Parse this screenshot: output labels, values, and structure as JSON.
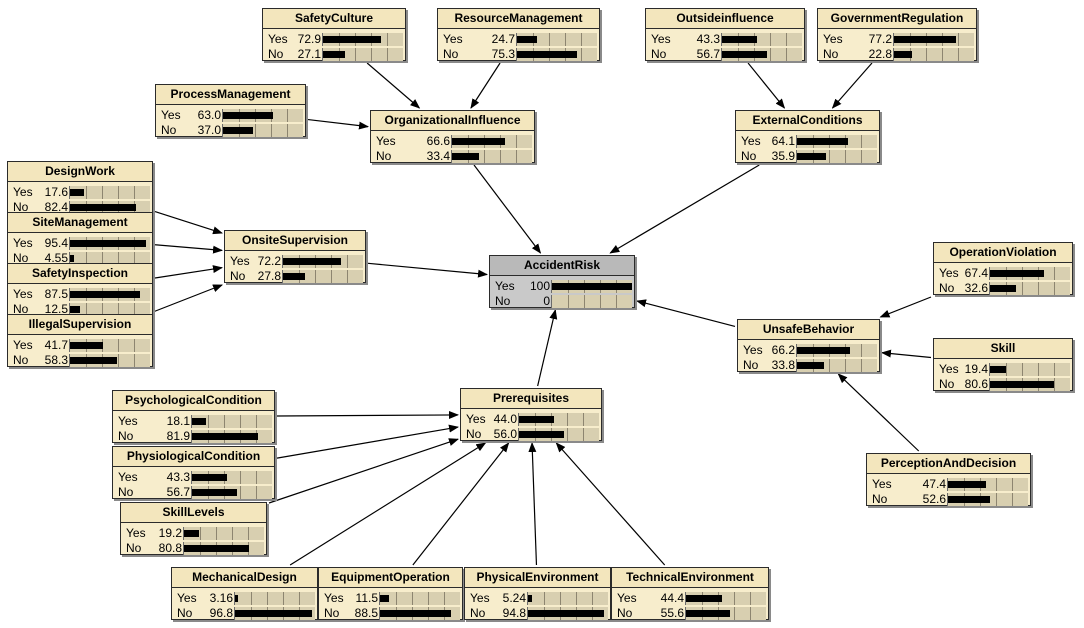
{
  "nodes": [
    {
      "id": "SafetyCulture",
      "title": "SafetyCulture",
      "states": [
        {
          "label": "Yes",
          "value": "72.9",
          "p": 72.9
        },
        {
          "label": "No",
          "value": "27.1",
          "p": 27.1
        }
      ]
    },
    {
      "id": "ResourceManagement",
      "title": "ResourceManagement",
      "states": [
        {
          "label": "Yes",
          "value": "24.7",
          "p": 24.7
        },
        {
          "label": "No",
          "value": "75.3",
          "p": 75.3
        }
      ]
    },
    {
      "id": "OutsideInfluence",
      "title": "Outsideinfluence",
      "states": [
        {
          "label": "Yes",
          "value": "43.3",
          "p": 43.3
        },
        {
          "label": "No",
          "value": "56.7",
          "p": 56.7
        }
      ]
    },
    {
      "id": "GovernmentRegulation",
      "title": "GovernmentRegulation",
      "states": [
        {
          "label": "Yes",
          "value": "77.2",
          "p": 77.2
        },
        {
          "label": "No",
          "value": "22.8",
          "p": 22.8
        }
      ]
    },
    {
      "id": "ProcessManagement",
      "title": "ProcessManagement",
      "states": [
        {
          "label": "Yes",
          "value": "63.0",
          "p": 63.0
        },
        {
          "label": "No",
          "value": "37.0",
          "p": 37.0
        }
      ]
    },
    {
      "id": "OrganizationalInfluence",
      "title": "OrganizationalInfluence",
      "states": [
        {
          "label": "Yes",
          "value": "66.6",
          "p": 66.6
        },
        {
          "label": "No",
          "value": "33.4",
          "p": 33.4
        }
      ]
    },
    {
      "id": "ExternalConditions",
      "title": "ExternalConditions",
      "states": [
        {
          "label": "Yes",
          "value": "64.1",
          "p": 64.1
        },
        {
          "label": "No",
          "value": "35.9",
          "p": 35.9
        }
      ]
    },
    {
      "id": "DesignWork",
      "title": "DesignWork",
      "states": [
        {
          "label": "Yes",
          "value": "17.6",
          "p": 17.6
        },
        {
          "label": "No",
          "value": "82.4",
          "p": 82.4
        }
      ]
    },
    {
      "id": "SiteManagement",
      "title": "SiteManagement",
      "states": [
        {
          "label": "Yes",
          "value": "95.4",
          "p": 95.4
        },
        {
          "label": "No",
          "value": "4.55",
          "p": 4.55
        }
      ]
    },
    {
      "id": "SafetyInspection",
      "title": "SafetyInspection",
      "states": [
        {
          "label": "Yes",
          "value": "87.5",
          "p": 87.5
        },
        {
          "label": "No",
          "value": "12.5",
          "p": 12.5
        }
      ]
    },
    {
      "id": "IllegalSupervision",
      "title": "IllegalSupervision",
      "states": [
        {
          "label": "Yes",
          "value": "41.7",
          "p": 41.7
        },
        {
          "label": "No",
          "value": "58.3",
          "p": 58.3
        }
      ]
    },
    {
      "id": "OnsiteSupervision",
      "title": "OnsiteSupervision",
      "states": [
        {
          "label": "Yes",
          "value": "72.2",
          "p": 72.2
        },
        {
          "label": "No",
          "value": "27.8",
          "p": 27.8
        }
      ]
    },
    {
      "id": "AccidentRisk",
      "title": "AccidentRisk",
      "highlight": true,
      "states": [
        {
          "label": "Yes",
          "value": "100",
          "p": 100
        },
        {
          "label": "No",
          "value": "0",
          "p": 0
        }
      ]
    },
    {
      "id": "OperationViolation",
      "title": "OperationViolation",
      "states": [
        {
          "label": "Yes",
          "value": "67.4",
          "p": 67.4
        },
        {
          "label": "No",
          "value": "32.6",
          "p": 32.6
        }
      ]
    },
    {
      "id": "UnsafeBehavior",
      "title": "UnsafeBehavior",
      "states": [
        {
          "label": "Yes",
          "value": "66.2",
          "p": 66.2
        },
        {
          "label": "No",
          "value": "33.8",
          "p": 33.8
        }
      ]
    },
    {
      "id": "Skill",
      "title": "Skill",
      "states": [
        {
          "label": "Yes",
          "value": "19.4",
          "p": 19.4
        },
        {
          "label": "No",
          "value": "80.6",
          "p": 80.6
        }
      ]
    },
    {
      "id": "PerceptionAndDecision",
      "title": "PerceptionAndDecision",
      "states": [
        {
          "label": "Yes",
          "value": "47.4",
          "p": 47.4
        },
        {
          "label": "No",
          "value": "52.6",
          "p": 52.6
        }
      ]
    },
    {
      "id": "PsychologicalCondition",
      "title": "PsychologicalCondition",
      "states": [
        {
          "label": "Yes",
          "value": "18.1",
          "p": 18.1
        },
        {
          "label": "No",
          "value": "81.9",
          "p": 81.9
        }
      ]
    },
    {
      "id": "PhysiologicalCondition",
      "title": "PhysiologicalCondition",
      "states": [
        {
          "label": "Yes",
          "value": "43.3",
          "p": 43.3
        },
        {
          "label": "No",
          "value": "56.7",
          "p": 56.7
        }
      ]
    },
    {
      "id": "SkillLevels",
      "title": "SkillLevels",
      "states": [
        {
          "label": "Yes",
          "value": "19.2",
          "p": 19.2
        },
        {
          "label": "No",
          "value": "80.8",
          "p": 80.8
        }
      ]
    },
    {
      "id": "Prerequisites",
      "title": "Prerequisites",
      "states": [
        {
          "label": "Yes",
          "value": "44.0",
          "p": 44.0
        },
        {
          "label": "No",
          "value": "56.0",
          "p": 56.0
        }
      ]
    },
    {
      "id": "MechanicalDesign",
      "title": "MechanicalDesign",
      "states": [
        {
          "label": "Yes",
          "value": "3.16",
          "p": 3.16
        },
        {
          "label": "No",
          "value": "96.8",
          "p": 96.8
        }
      ]
    },
    {
      "id": "EquipmentOperation",
      "title": "EquipmentOperation",
      "states": [
        {
          "label": "Yes",
          "value": "11.5",
          "p": 11.5
        },
        {
          "label": "No",
          "value": "88.5",
          "p": 88.5
        }
      ]
    },
    {
      "id": "PhysicalEnvironment",
      "title": "PhysicalEnvironment",
      "states": [
        {
          "label": "Yes",
          "value": "5.24",
          "p": 5.24
        },
        {
          "label": "No",
          "value": "94.8",
          "p": 94.8
        }
      ]
    },
    {
      "id": "TechnicalEnvironment",
      "title": "TechnicalEnvironment",
      "states": [
        {
          "label": "Yes",
          "value": "44.4",
          "p": 44.4
        },
        {
          "label": "No",
          "value": "55.6",
          "p": 55.6
        }
      ]
    }
  ],
  "edges": [
    {
      "from": "SafetyCulture",
      "to": "OrganizationalInfluence"
    },
    {
      "from": "ResourceManagement",
      "to": "OrganizationalInfluence"
    },
    {
      "from": "ProcessManagement",
      "to": "OrganizationalInfluence"
    },
    {
      "from": "OutsideInfluence",
      "to": "ExternalConditions"
    },
    {
      "from": "GovernmentRegulation",
      "to": "ExternalConditions"
    },
    {
      "from": "OrganizationalInfluence",
      "to": "AccidentRisk"
    },
    {
      "from": "ExternalConditions",
      "to": "AccidentRisk"
    },
    {
      "from": "DesignWork",
      "to": "OnsiteSupervision"
    },
    {
      "from": "SiteManagement",
      "to": "OnsiteSupervision"
    },
    {
      "from": "SafetyInspection",
      "to": "OnsiteSupervision"
    },
    {
      "from": "IllegalSupervision",
      "to": "OnsiteSupervision"
    },
    {
      "from": "OnsiteSupervision",
      "to": "AccidentRisk"
    },
    {
      "from": "OperationViolation",
      "to": "UnsafeBehavior"
    },
    {
      "from": "Skill",
      "to": "UnsafeBehavior"
    },
    {
      "from": "PerceptionAndDecision",
      "to": "UnsafeBehavior"
    },
    {
      "from": "UnsafeBehavior",
      "to": "AccidentRisk"
    },
    {
      "from": "PsychologicalCondition",
      "to": "Prerequisites"
    },
    {
      "from": "PhysiologicalCondition",
      "to": "Prerequisites"
    },
    {
      "from": "SkillLevels",
      "to": "Prerequisites"
    },
    {
      "from": "MechanicalDesign",
      "to": "Prerequisites"
    },
    {
      "from": "EquipmentOperation",
      "to": "Prerequisites"
    },
    {
      "from": "PhysicalEnvironment",
      "to": "Prerequisites"
    },
    {
      "from": "TechnicalEnvironment",
      "to": "Prerequisites"
    },
    {
      "from": "Prerequisites",
      "to": "AccidentRisk"
    }
  ],
  "colors": {
    "node_fill": "#f7edcc",
    "highlight_fill": "#c9c9c9",
    "bar": "#000000",
    "edge": "#000000"
  }
}
